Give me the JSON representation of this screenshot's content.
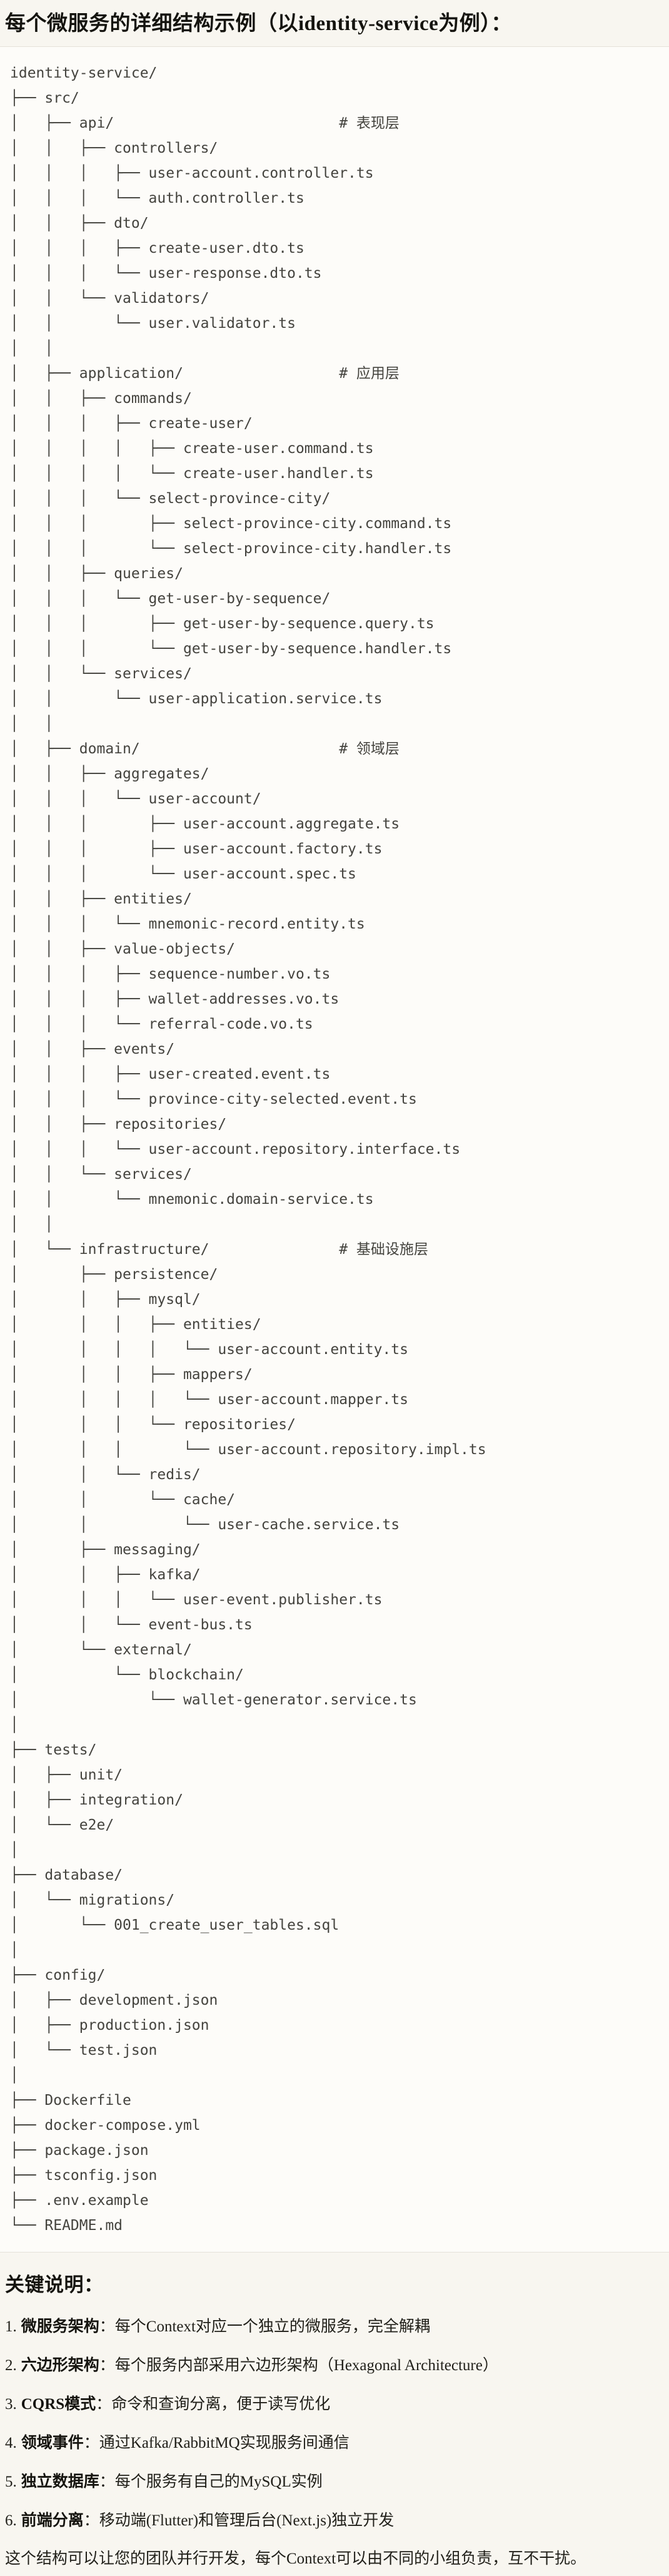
{
  "page_title": "每个微服务的详细结构示例（以identity-service为例）：",
  "colors": {
    "page_bg": "#F8F6F0",
    "code_bg": "#FDFCF9",
    "code_border": "#E5E2D9",
    "code_text": "#44433E",
    "heading_text": "#15140F",
    "body_text": "#21201A"
  },
  "code_block": {
    "language": "plaintext",
    "tree_lines": [
      "identity-service/",
      "├── src/",
      "│   ├── api/                          # 表现层",
      "│   │   ├── controllers/",
      "│   │   │   ├── user-account.controller.ts",
      "│   │   │   └── auth.controller.ts",
      "│   │   ├── dto/",
      "│   │   │   ├── create-user.dto.ts",
      "│   │   │   └── user-response.dto.ts",
      "│   │   └── validators/",
      "│   │       └── user.validator.ts",
      "│   │",
      "│   ├── application/                  # 应用层",
      "│   │   ├── commands/",
      "│   │   │   ├── create-user/",
      "│   │   │   │   ├── create-user.command.ts",
      "│   │   │   │   └── create-user.handler.ts",
      "│   │   │   └── select-province-city/",
      "│   │   │       ├── select-province-city.command.ts",
      "│   │   │       └── select-province-city.handler.ts",
      "│   │   ├── queries/",
      "│   │   │   └── get-user-by-sequence/",
      "│   │   │       ├── get-user-by-sequence.query.ts",
      "│   │   │       └── get-user-by-sequence.handler.ts",
      "│   │   └── services/",
      "│   │       └── user-application.service.ts",
      "│   │",
      "│   ├── domain/                       # 领域层",
      "│   │   ├── aggregates/",
      "│   │   │   └── user-account/",
      "│   │   │       ├── user-account.aggregate.ts",
      "│   │   │       ├── user-account.factory.ts",
      "│   │   │       └── user-account.spec.ts",
      "│   │   ├── entities/",
      "│   │   │   └── mnemonic-record.entity.ts",
      "│   │   ├── value-objects/",
      "│   │   │   ├── sequence-number.vo.ts",
      "│   │   │   ├── wallet-addresses.vo.ts",
      "│   │   │   └── referral-code.vo.ts",
      "│   │   ├── events/",
      "│   │   │   ├── user-created.event.ts",
      "│   │   │   └── province-city-selected.event.ts",
      "│   │   ├── repositories/",
      "│   │   │   └── user-account.repository.interface.ts",
      "│   │   └── services/",
      "│   │       └── mnemonic.domain-service.ts",
      "│   │",
      "│   └── infrastructure/               # 基础设施层",
      "│       ├── persistence/",
      "│       │   ├── mysql/",
      "│       │   │   ├── entities/",
      "│       │   │   │   └── user-account.entity.ts",
      "│       │   │   ├── mappers/",
      "│       │   │   │   └── user-account.mapper.ts",
      "│       │   │   └── repositories/",
      "│       │   │       └── user-account.repository.impl.ts",
      "│       │   └── redis/",
      "│       │       └── cache/",
      "│       │           └── user-cache.service.ts",
      "│       ├── messaging/",
      "│       │   ├── kafka/",
      "│       │   │   └── user-event.publisher.ts",
      "│       │   └── event-bus.ts",
      "│       └── external/",
      "│           └── blockchain/",
      "│               └── wallet-generator.service.ts",
      "│",
      "├── tests/",
      "│   ├── unit/",
      "│   ├── integration/",
      "│   └── e2e/",
      "│",
      "├── database/",
      "│   └── migrations/",
      "│       └── 001_create_user_tables.sql",
      "│",
      "├── config/",
      "│   ├── development.json",
      "│   ├── production.json",
      "│   └── test.json",
      "│",
      "├── Dockerfile",
      "├── docker-compose.yml",
      "├── package.json",
      "├── tsconfig.json",
      "├── .env.example",
      "└── README.md"
    ]
  },
  "notes": {
    "heading": "关键说明：",
    "items": [
      {
        "num": "1.",
        "term": "微服务架构",
        "desc": "：每个Context对应一个独立的微服务，完全解耦"
      },
      {
        "num": "2.",
        "term": "六边形架构",
        "desc": "：每个服务内部采用六边形架构（Hexagonal Architecture）"
      },
      {
        "num": "3.",
        "term": "CQRS模式",
        "desc": "：命令和查询分离，便于读写优化"
      },
      {
        "num": "4.",
        "term": "领域事件",
        "desc": "：通过Kafka/RabbitMQ实现服务间通信"
      },
      {
        "num": "5.",
        "term": "独立数据库",
        "desc": "：每个服务有自己的MySQL实例"
      },
      {
        "num": "6.",
        "term": "前端分离",
        "desc": "：移动端(Flutter)和管理后台(Next.js)独立开发"
      }
    ],
    "closing": "这个结构可以让您的团队并行开发，每个Context可以由不同的小组负责，互不干扰。"
  }
}
